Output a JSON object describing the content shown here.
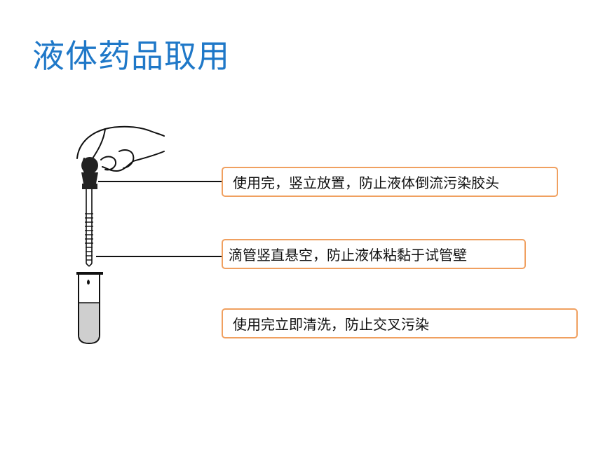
{
  "slide": {
    "title": "液体药品取用",
    "notes": [
      "使用完，竖立放置，防止液体倒流污染胶头",
      "滴管竖直悬空，防止液体粘黏于试管壁",
      "使用完立即清洗，防止交叉污染"
    ]
  }
}
